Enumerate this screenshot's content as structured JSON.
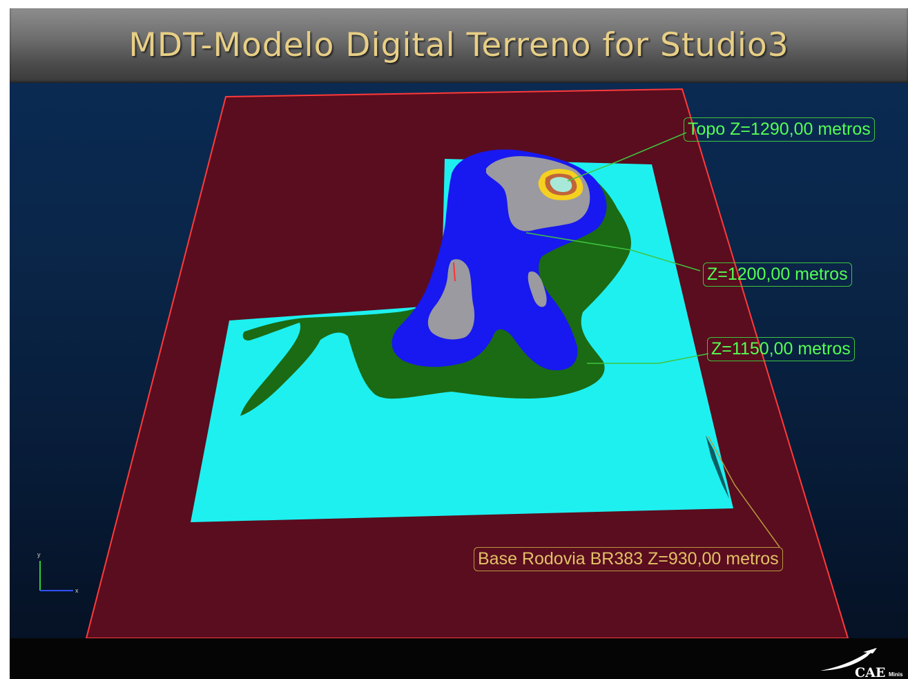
{
  "title": "MDT-Modelo Digital Terreno for Studio3",
  "labels": {
    "topo": "Topo Z=1290,00 metros",
    "z1200": "Z=1200,00 metros",
    "z1150": "Z=1150,00 metros",
    "base": "Base Rodovia BR383 Z=930,00 metros"
  },
  "axis_gizmo": {
    "y_label": "y",
    "x_label": "x"
  },
  "logo": {
    "text": "CAE",
    "suffix": "Minis"
  },
  "colors": {
    "background": "#0a2649",
    "plane": "#5a0d1e",
    "plane_border": "#ff3a3a",
    "base_level": "#1ef0f0",
    "level_1150": "#1a6b14",
    "level_1200": "#1818f0",
    "level_high": "#9a9aa0",
    "peak_yellow": "#f5d020",
    "peak_brown": "#c0643a",
    "peak_top": "#a8e8d8",
    "label_green": "#54ff54",
    "label_gold": "#e2c067"
  }
}
